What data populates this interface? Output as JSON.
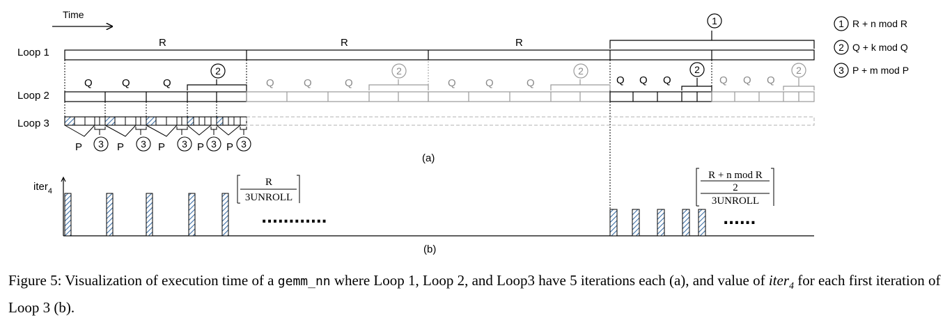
{
  "time_label": "Time",
  "loop_labels": [
    "Loop 1",
    "Loop 2",
    "Loop 3"
  ],
  "loop1_segments": [
    "R",
    "R",
    "R"
  ],
  "loop2_segment": "Q",
  "loop3_segment": "P",
  "circle_numbers": [
    "1",
    "2",
    "3"
  ],
  "legend": [
    {
      "num": "1",
      "text": "R + n mod R"
    },
    {
      "num": "2",
      "text": "Q + k mod Q"
    },
    {
      "num": "3",
      "text": "P + m mod P"
    }
  ],
  "subfig_a": "(a)",
  "subfig_b": "(b)",
  "iter_label": "iter",
  "iter_sub": "4",
  "formula1": {
    "num": "R",
    "den": "3UNROLL"
  },
  "formula2": {
    "num": "R + n mod R",
    "mid": "2",
    "den": "3UNROLL"
  },
  "ellipsis": "............",
  "ellipsis_short": "......",
  "caption": {
    "prefix": "Figure 5: Visualization of execution time of a ",
    "code": "gemm_nn",
    "middle": " where Loop 1, Loop 2, and Loop3 have 5 iterations each (a), and value of ",
    "iter": "iter",
    "iter_sub": "4",
    "suffix": " for each first iteration of Loop 3 (b)."
  },
  "colors": {
    "hatch": "#3d6fa5",
    "gray": "#9a9a9a",
    "black": "#000000"
  }
}
